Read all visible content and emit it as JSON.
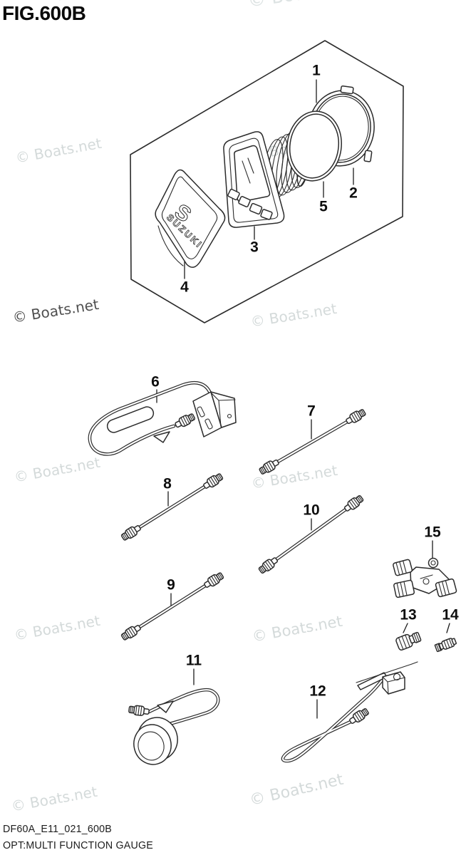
{
  "header": {
    "figure_title": "FIG.600B"
  },
  "watermark": {
    "text": "© Boats.net"
  },
  "cover": {
    "logo_letter": "S",
    "brand": "SUZUKI"
  },
  "parts": [
    "1",
    "2",
    "3",
    "4",
    "5",
    "6",
    "7",
    "8",
    "9",
    "10",
    "11",
    "12",
    "13",
    "14",
    "15"
  ],
  "footer": {
    "drawing_code": "DF60A_E11_021_600B",
    "caption": "OPT:MULTI FUNCTION GAUGE"
  }
}
